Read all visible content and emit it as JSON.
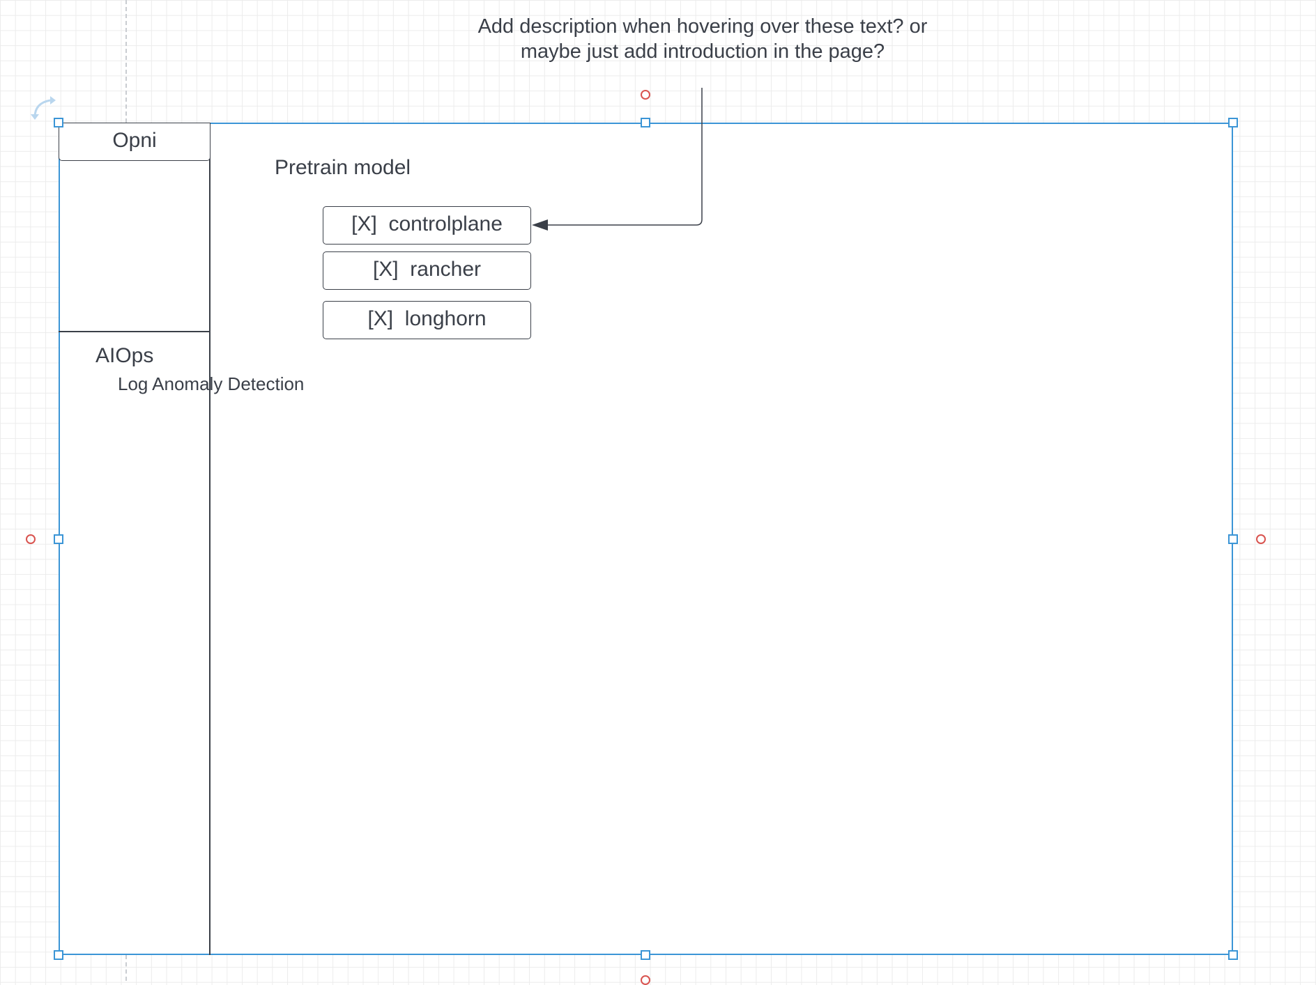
{
  "annotation": {
    "line1": "Add description when hovering over these text? or",
    "line2": "maybe just  add introduction in the page?"
  },
  "sidebar": {
    "brand": "Opni",
    "section_heading": "AIOps",
    "items": [
      {
        "label": "Log Anomaly Detection"
      }
    ]
  },
  "main": {
    "title": "Pretrain model",
    "options": [
      {
        "label": "[X]  controlplane"
      },
      {
        "label": "[X]  rancher"
      },
      {
        "label": "[X]  longhorn"
      }
    ]
  },
  "colors": {
    "selection": "#3b95d6",
    "anchor": "#d9534f",
    "stroke": "#3a3f48"
  },
  "icons": {
    "rotate": "rotate-icon",
    "arrow": "arrowhead-icon"
  }
}
